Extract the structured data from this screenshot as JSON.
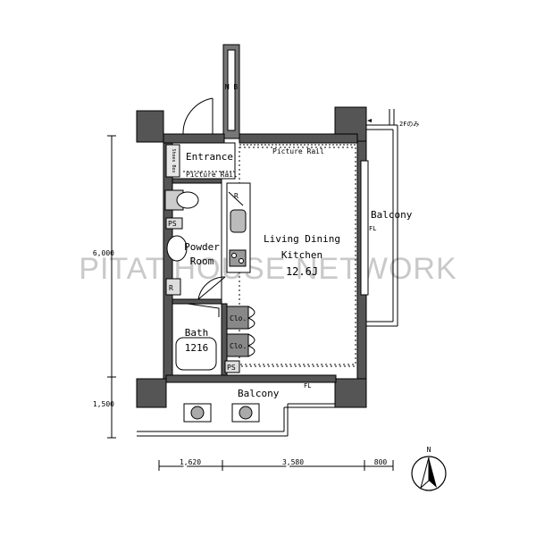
{
  "rooms": {
    "entrance": "Entrance",
    "picture_rail_top": "Picture Rail",
    "picture_rail_entrance": "Picture Rail",
    "living_line1": "Living Dining",
    "living_line2": "Kitchen",
    "living_area": "12.6J",
    "powder_line1": "Powder",
    "powder_line2": "Room",
    "bath_line1": "Bath",
    "bath_size": "1216",
    "balcony_east": "Balcony",
    "balcony_south": "Balcony",
    "closet_1": "Clo.",
    "closet_2": "Clo.",
    "mb": "M B",
    "ps_1": "PS",
    "ps_2": "PS",
    "shoe_box": "Shoes Box",
    "r_mark_1": "R",
    "r_mark_2": "R",
    "fl_mark_east": "FL",
    "fl_mark_south": "FL",
    "floor_note": "2Fのみ"
  },
  "dimensions": {
    "vertical_main": "6,000",
    "vertical_balcony": "1,500",
    "horizontal_left": "1,620",
    "horizontal_mid": "3,580",
    "horizontal_right": "800"
  },
  "compass": {
    "label": "N"
  },
  "watermark": "PITAT HOUSE NETWORK"
}
